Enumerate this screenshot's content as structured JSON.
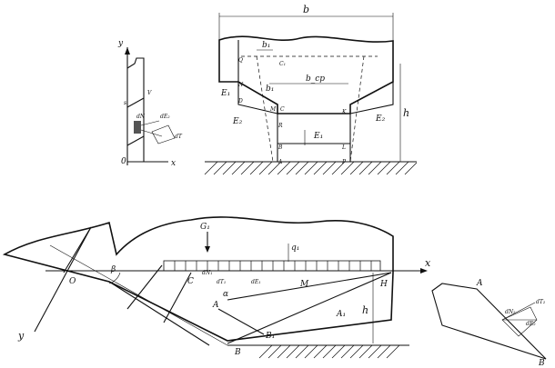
{
  "labels": {
    "b": "b",
    "y_top": "y",
    "x_top": "x",
    "o_top": "0",
    "s": "s",
    "v": "V",
    "dt": "dT",
    "b1_top": "b₁",
    "b_cr": "b_ср",
    "h_top": "h",
    "e1_top": "E₁",
    "e2_left": "E₂",
    "e2_right": "E₂",
    "e1_mid": "E₁",
    "ep_A": "A",
    "ep_B": "B",
    "ep_C": "C",
    "ep_D": "D",
    "ep_K": "K",
    "ep_P": "P",
    "ep_M": "M",
    "ep_R": "R",
    "ep_L": "L",
    "ep_H": "H",
    "g_load": "G₁",
    "q1": "q₁",
    "x_bottom": "x",
    "y_bottom": "y",
    "o_bottom": "O",
    "beta": "β",
    "alpha": "α",
    "h_bottom": "h",
    "A_bottom": "A",
    "A1_bottom": "A₁",
    "B_bottom": "B",
    "B1_bottom": "B₁",
    "C_bottom": "C",
    "M_bottom": "M",
    "H_bottom": "H",
    "dN1": "dN₁",
    "dT1": "dT₁",
    "dE1": "dE₁",
    "A_small": "A",
    "B_small": "B",
    "dT2": "dT₂",
    "dN2": "dN₂",
    "dE2": "dE₂"
  }
}
